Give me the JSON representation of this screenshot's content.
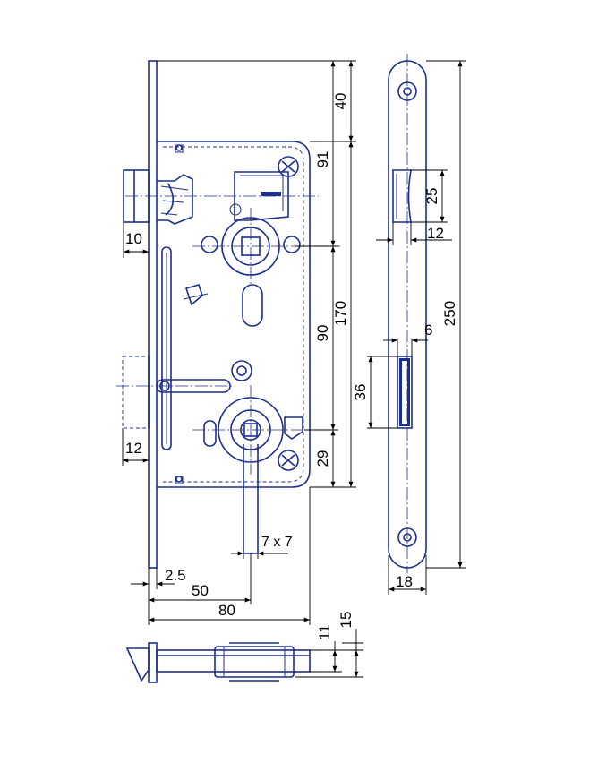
{
  "dimensions": {
    "d40": "40",
    "d91": "91",
    "d170": "170",
    "d90": "90",
    "d29": "29",
    "d10": "10",
    "d12_left": "12",
    "d25": "25",
    "d12_right": "12",
    "d6": "6",
    "d250": "250",
    "d36": "36",
    "d7x7": "7 x 7",
    "d2_5": "2.5",
    "d50": "50",
    "d80": "80",
    "d18": "18",
    "d11": "11",
    "d15": "15"
  },
  "colors": {
    "line": "#1d2f8c",
    "dimension": "#000000",
    "background": "#ffffff"
  }
}
